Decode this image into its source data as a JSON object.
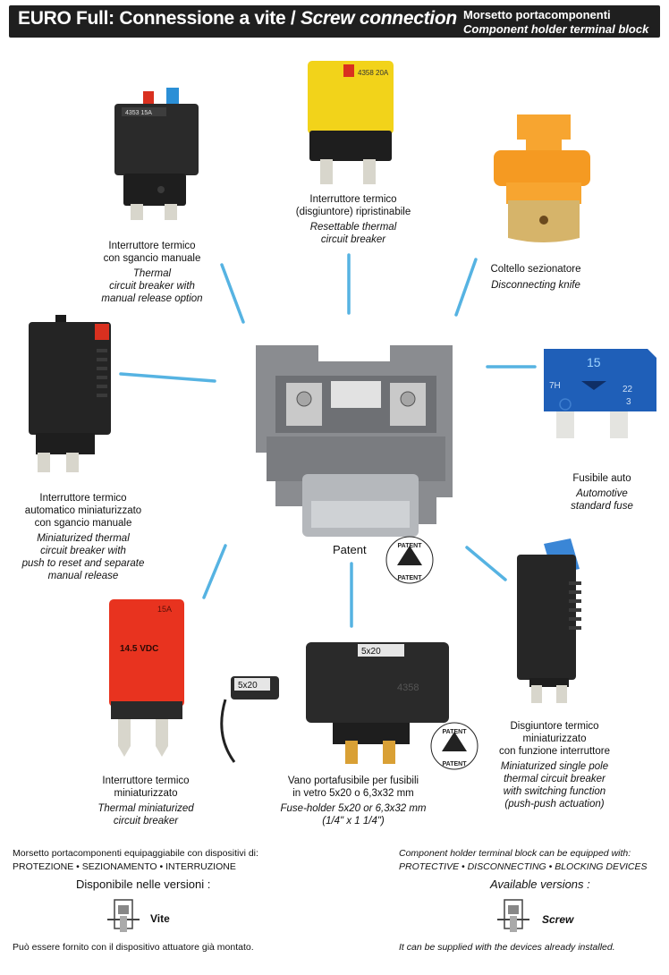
{
  "header": {
    "title_main": "EURO Full: Connessione a vite /",
    "title_italic": "Screw connection",
    "subtitle_it": "Morsetto portacomponenti",
    "subtitle_en": "Component holder terminal block"
  },
  "devices": {
    "thermal_manual": {
      "it": [
        "Interruttore termico",
        "con sgancio manuale"
      ],
      "en": [
        "Thermal",
        "circuit breaker with",
        "manual release option"
      ],
      "label": "4353 15A"
    },
    "resettable": {
      "it": [
        "Interruttore termico",
        "(disgiuntore) ripristinabile"
      ],
      "en": [
        "Resettable thermal",
        "circuit breaker"
      ],
      "label": "4358 20A"
    },
    "knife": {
      "it": [
        "Coltello sezionatore"
      ],
      "en": [
        "Disconnecting knife"
      ]
    },
    "auto_fuse": {
      "it": [
        "Fusibile auto"
      ],
      "en": [
        "Automotive",
        "standard fuse"
      ],
      "value": "15",
      "marks": [
        "7H",
        "22",
        "3"
      ]
    },
    "miniaturized_auto": {
      "it": [
        "Interruttore termico",
        "automatico miniaturizzato",
        "con sgancio manuale"
      ],
      "en": [
        "Miniaturized thermal",
        "circuit breaker with",
        "push to reset and separate",
        "manual release"
      ]
    },
    "mini_thermal": {
      "it": [
        "Interruttore termico",
        "miniaturizzato"
      ],
      "en": [
        "Thermal miniaturized",
        "circuit breaker"
      ],
      "label": "14.5 VDC",
      "top_label": "15A"
    },
    "fuse_holder": {
      "it": [
        "Vano portafusibile per fusibili",
        "in vetro 5x20 o 6,3x32 mm"
      ],
      "en": [
        "Fuse-holder 5x20 or 6,3x32 mm",
        "(1/4\" x 1 1/4\")"
      ],
      "size_label": "5x20",
      "code": "4358"
    },
    "single_pole": {
      "it": [
        "Disgiuntore termico",
        "miniaturizzato",
        "con funzione interruttore"
      ],
      "en": [
        "Miniaturized single pole",
        "thermal circuit breaker",
        "with switching function",
        "(push-push actuation)"
      ]
    }
  },
  "center": {
    "patent_label": "Patent",
    "seal_text": "PATENT"
  },
  "footer": {
    "left": {
      "line1": "Morsetto portacomponenti equipaggiabile con dispositivi di:",
      "line2": "PROTEZIONE • SEZIONAMENTO • INTERRUZIONE",
      "versions": "Disponibile nelle versioni :",
      "version_name": "Vite",
      "note": "Può essere fornito con il dispositivo attuatore già montato."
    },
    "right": {
      "line1": "Component holder terminal block can be equipped with:",
      "line2": "PROTECTIVE • DISCONNECTING • BLOCKING DEVICES",
      "versions": "Available versions :",
      "version_name": "Screw",
      "note": "It can be supplied with the devices already installed."
    }
  },
  "colors": {
    "header_bg": "#1f1f1f",
    "connector_blue": "#39a6de",
    "breaker_black": "#262626",
    "breaker_yellow": "#f2d31a",
    "knife_orange": "#f7a530",
    "fuse_blue": "#1f5fb8",
    "breaker_red": "#e8331f",
    "terminal_gray": "#8a8c90"
  }
}
